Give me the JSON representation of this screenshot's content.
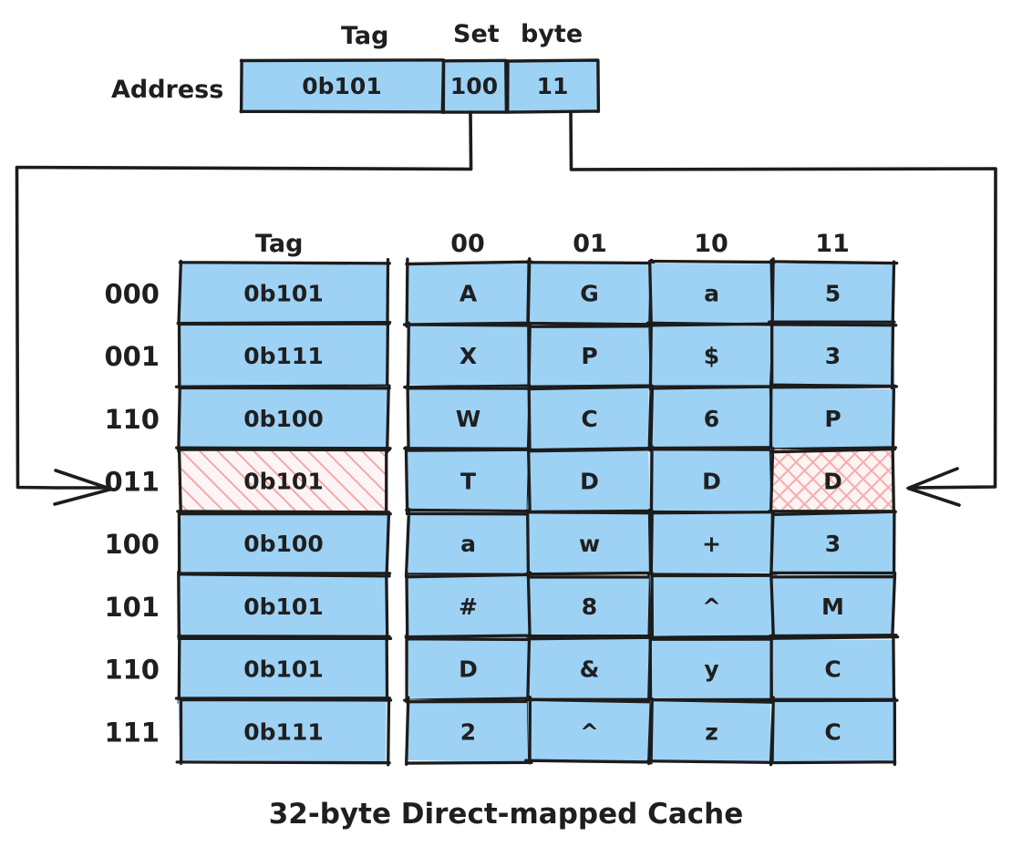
{
  "diagram": {
    "caption": "32-byte Direct-mapped Cache",
    "colors": {
      "cell_fill": "#9ed2f5",
      "ink": "#1c1c1c",
      "highlight_hatch": "#f0a8a8",
      "highlight_bg": "#fdf4f4"
    }
  },
  "address": {
    "label": "Address",
    "fields": [
      {
        "header": "Tag",
        "value": "0b101"
      },
      {
        "header": "Set",
        "value": "100"
      },
      {
        "header": "byte",
        "value": "11"
      }
    ]
  },
  "cache": {
    "tag_header": "Tag",
    "byte_headers": [
      "00",
      "01",
      "10",
      "11"
    ],
    "rows": [
      {
        "index": "000",
        "tag": "0b101",
        "bytes": [
          "A",
          "G",
          "a",
          "5"
        ],
        "tag_highlight": false,
        "byte_highlight": -1
      },
      {
        "index": "001",
        "tag": "0b111",
        "bytes": [
          "X",
          "P",
          "$",
          "3"
        ],
        "tag_highlight": false,
        "byte_highlight": -1
      },
      {
        "index": "110",
        "tag": "0b100",
        "bytes": [
          "W",
          "C",
          "6",
          "P"
        ],
        "tag_highlight": false,
        "byte_highlight": -1
      },
      {
        "index": "011",
        "tag": "0b101",
        "bytes": [
          "T",
          "D",
          "D",
          "D"
        ],
        "tag_highlight": true,
        "byte_highlight": 3
      },
      {
        "index": "100",
        "tag": "0b100",
        "bytes": [
          "a",
          "w",
          "+",
          "3"
        ],
        "tag_highlight": false,
        "byte_highlight": -1
      },
      {
        "index": "101",
        "tag": "0b101",
        "bytes": [
          "#",
          "8",
          "^",
          "M"
        ],
        "tag_highlight": false,
        "byte_highlight": -1
      },
      {
        "index": "110",
        "tag": "0b101",
        "bytes": [
          "D",
          "&",
          "y",
          "C"
        ],
        "tag_highlight": false,
        "byte_highlight": -1
      },
      {
        "index": "111",
        "tag": "0b111",
        "bytes": [
          "2",
          "^",
          "z",
          "C"
        ],
        "tag_highlight": false,
        "byte_highlight": -1
      }
    ]
  },
  "connectors": [
    {
      "name": "set-to-row-selector",
      "from": "Set",
      "to": "row-011"
    },
    {
      "name": "byte-to-column-selector",
      "from": "byte",
      "to": "byte-column-11"
    }
  ]
}
